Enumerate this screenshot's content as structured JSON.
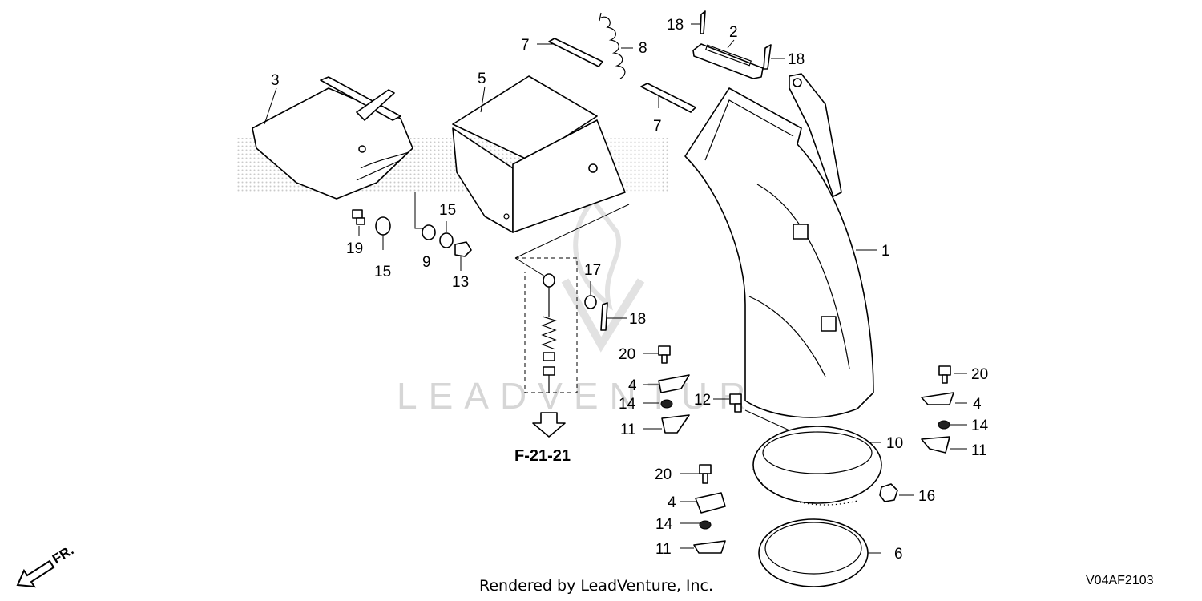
{
  "diagram": {
    "part_numbers": [
      "1",
      "2",
      "3",
      "4",
      "5",
      "6",
      "7",
      "8",
      "9",
      "10",
      "11",
      "12",
      "13",
      "14",
      "15",
      "16",
      "17",
      "18",
      "19",
      "20"
    ],
    "callouts": {
      "p1": "1",
      "p2": "2",
      "p3": "3",
      "p4a": "4",
      "p4b": "4",
      "p4c": "4",
      "p5": "5",
      "p6": "6",
      "p7a": "7",
      "p7b": "7",
      "p8": "8",
      "p9": "9",
      "p10": "10",
      "p11a": "11",
      "p11b": "11",
      "p11c": "11",
      "p12": "12",
      "p13": "13",
      "p14a": "14",
      "p14b": "14",
      "p14c": "14",
      "p15a": "15",
      "p15b": "15",
      "p16": "16",
      "p17": "17",
      "p18a": "18",
      "p18b": "18",
      "p18c": "18",
      "p19": "19",
      "p20a": "20",
      "p20b": "20",
      "p20c": "20"
    },
    "reference": "F-21-21",
    "direction_label": "FR.",
    "footer": "Rendered by LeadVenture, Inc.",
    "diagram_code": "V04AF2103",
    "watermark": "LEADVENTURE"
  }
}
